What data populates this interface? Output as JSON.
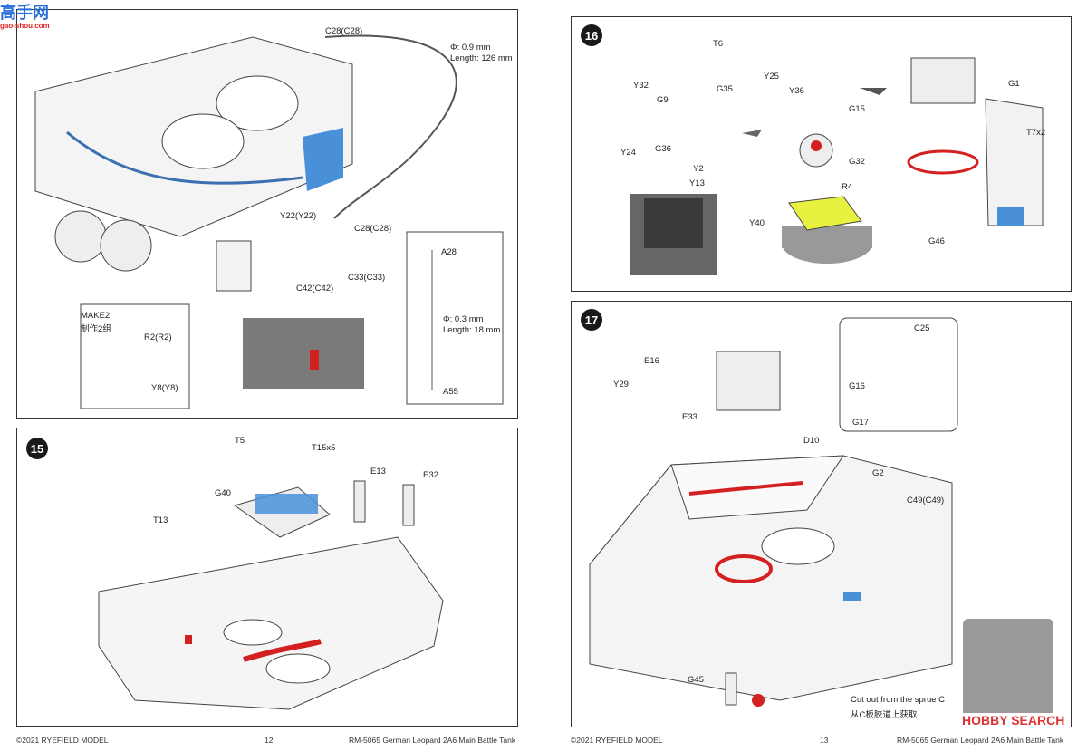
{
  "watermark_top": {
    "text": "高手网",
    "sub": "gao-shou.com"
  },
  "watermark_bottom": "HOBBY SEARCH",
  "left_page": {
    "step14": {
      "labels": [
        "C28(C28)",
        "Φ: 0.9 mm",
        "Length: 126 mm",
        "Y22(Y22)",
        "C28(C28)",
        "C33(C33)",
        "C42(C42)",
        "A28",
        "Φ: 0.3 mm",
        "Length: 18 mm",
        "A55",
        "MAKE2",
        "制作2组",
        "R2(R2)",
        "Y8(Y8)"
      ]
    },
    "step15": {
      "number": "15",
      "labels": [
        "T5",
        "T15x5",
        "G40",
        "E13",
        "E32",
        "T13"
      ]
    },
    "footer": {
      "copyright": "©2021 RYEFIELD MODEL",
      "page": "12",
      "title": "RM-5065 German Leopard 2A6 Main Battle Tank"
    }
  },
  "right_page": {
    "step16": {
      "number": "16",
      "labels": [
        "T6",
        "Y32",
        "G9",
        "G35",
        "Y24",
        "G36",
        "Y2",
        "Y13",
        "Y25",
        "Y36",
        "G15",
        "G32",
        "R4",
        "Y40",
        "G1",
        "T7x2",
        "G46"
      ]
    },
    "step17": {
      "number": "17",
      "labels": [
        "E16",
        "Y29",
        "E33",
        "D10",
        "C25",
        "G16",
        "G17",
        "G2",
        "C49(C49)",
        "G45"
      ],
      "note_en": "Cut out from the sprue C",
      "note_cn": "从C板胶道上获取"
    },
    "footer": {
      "copyright": "©2021 RYEFIELD MODEL",
      "page": "13",
      "title": "RM-5065 German Leopard 2A6 Main Battle Tank"
    }
  }
}
